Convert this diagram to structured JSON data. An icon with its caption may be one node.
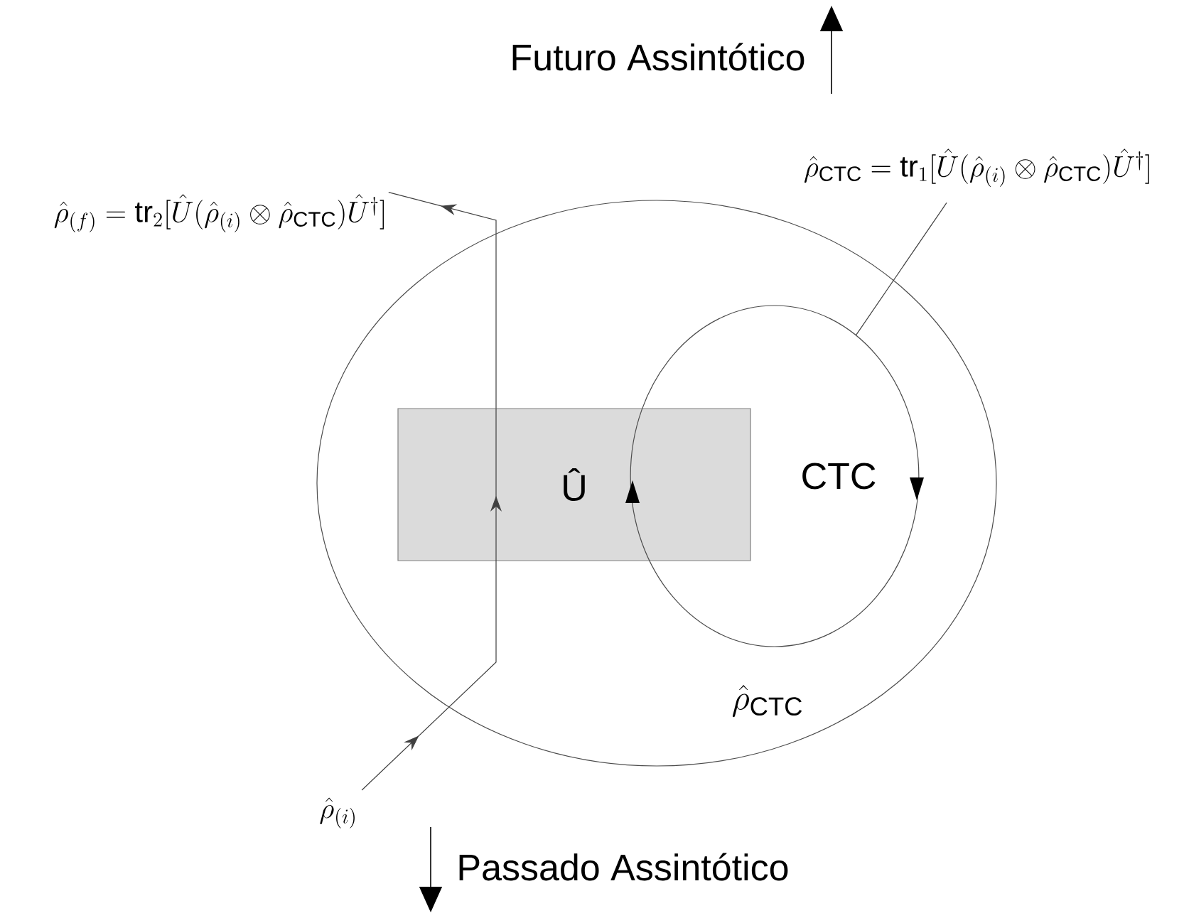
{
  "diagram": {
    "nodes": [
      {
        "text": [],
        "shape": "circle"
      },
      {
        "text": [
          "Û"
        ],
        "in": 0
      },
      {
        "text": [
          "CTC"
        ],
        "beside": [
          "\\hat{\\rho}_{\\mathrm{CTC}}"
        ],
        "in": 0
      },
      {
        "text": [
          "\\hat{\\rho}_{(i)}"
        ]
      },
      {
        "text": [
          "\\hat{\\rho}_{(f)}=\\mathrm{tr}_2[\\hat{U}(\\hat{\\rho}_{(i)}\\otimes\\hat{\\rho}_{\\mathrm{CTC}})\\hat{U}^{\\dagger}]"
        ]
      },
      {
        "text": [
          "\\hat{\\rho}_{\\mathrm{CTC}}=\\mathrm{tr}_1[\\hat{U}(\\hat{\\rho}_{(i)}\\otimes\\hat{\\rho}_{\\mathrm{CTC}})\\hat{U}^{\\dagger}]"
        ]
      }
    ],
    "edges": [
      {
        "from": 3,
        "to": 1,
        "arrow": "to"
      },
      {
        "from": 1,
        "to": 4,
        "arrow": "to"
      },
      {
        "from": 5,
        "to": 2,
        "arrow": "none"
      }
    ],
    "labels": [
      "Futuro Assintótico",
      "Passado Assintótico"
    ]
  }
}
